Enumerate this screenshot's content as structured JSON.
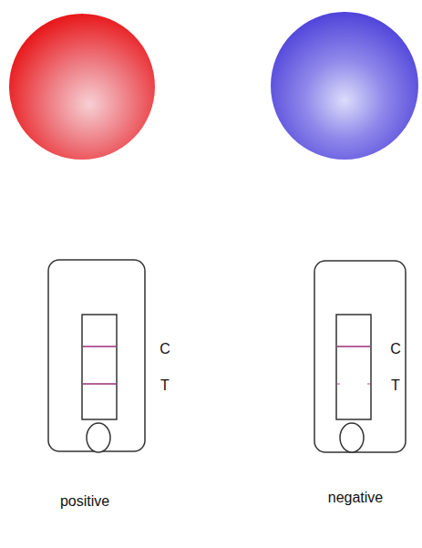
{
  "diagram": {
    "labels": [
      "C",
      "T",
      "C",
      "T",
      "positive",
      "negative"
    ]
  }
}
